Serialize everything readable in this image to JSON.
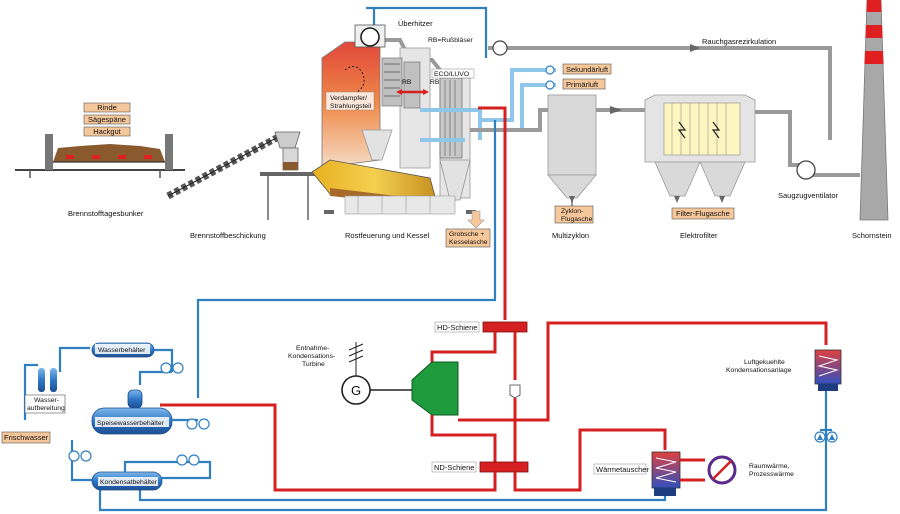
{
  "labels": {
    "rinde": "Rinde",
    "saegespaene": "Sägespäne",
    "hackgut": "Hackgut",
    "brennstofftagesbunker": "Brennstofftagesbunker",
    "brennstoffbeschickung": "Brennstoffbeschickung",
    "rostfeuerung": "Rostfeuerung und Kessel",
    "ueberhitzer": "Überhitzer",
    "rb_russblaeser": "RB=Rußbläser",
    "rb1": "RB",
    "rb2": "RB",
    "verdampfer1": "Verdampfer/",
    "verdampfer2": "Strahlungsteil",
    "eco_luvo": "ECO/LUVO",
    "rauchgasrezirkulation": "Rauchgasrezirkulation",
    "sekundaerluft": "Sekundärluft",
    "primaerluft": "Primärluft",
    "grobsche1": "Grobsche +",
    "grobsche2": "Kesselasche",
    "zyklon1": "Zyklon-",
    "zyklon2": "Flugasche",
    "multizyklon": "Multizyklon",
    "filterflugasche": "Filter-Flugasche",
    "elektrofilter": "Elektrofilter",
    "saugzug": "Saugzugventilator",
    "schornstein": "Schornstein",
    "hd_schiene": "HD-Schiene",
    "nd_schiene": "ND-Schiene",
    "turbine1": "Entnahme-",
    "turbine2": "Kondensations-",
    "turbine3": "Turbine",
    "generator": "G",
    "wasserbehaelter": "Wasserbehälter",
    "wasseraufbereitung1": "Wasser-",
    "wasseraufbereitung2": "aufbereitung",
    "frischwasser": "Frischwasser",
    "speisewasserbehaelter": "Speisewasserbehälter",
    "kondensatbehaelter": "Kondensatbehälter",
    "waermetauscher": "Wärmetauscher",
    "raumwaerme1": "Raumwärme,",
    "raumwaerme2": "Prozesswärme",
    "luftkondens1": "Luftgekuehlte",
    "luftkondens2": "Kondensationsanlage"
  },
  "colors": {
    "water_line": "#2f7fc1",
    "steam_line": "#d42020",
    "air_line": "#8fc7ea",
    "flue_gas": "#9a9a9a",
    "turbine": "#1f9a3c",
    "label_fill": "#f6c79a",
    "vessel": "#2f78c8"
  }
}
